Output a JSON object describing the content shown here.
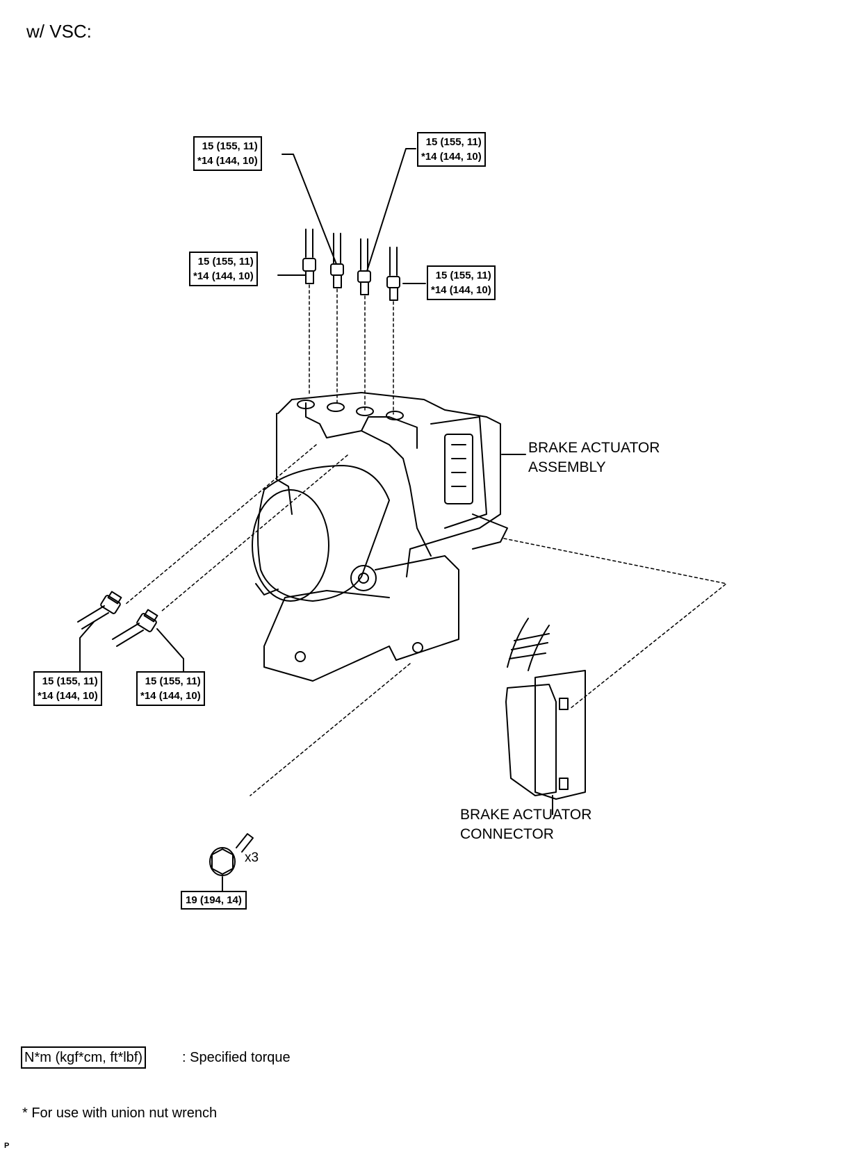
{
  "title": "w/ VSC:",
  "torque_boxes": [
    {
      "line1": "15 (155, 11)",
      "line2": "*14 (144, 10)"
    },
    {
      "line1": "15 (155, 11)",
      "line2": "*14 (144, 10)"
    },
    {
      "line1": "15 (155, 11)",
      "line2": "*14 (144, 10)"
    },
    {
      "line1": "15 (155, 11)",
      "line2": "*14 (144, 10)"
    },
    {
      "line1": "15 (155, 11)",
      "line2": "*14 (144, 10)"
    },
    {
      "line1": "15 (155, 11)",
      "line2": "*14 (144, 10)"
    }
  ],
  "bolt_torque": "19 (194, 14)",
  "bolt_qty": "x3",
  "labels": {
    "actuator_line1": "BRAKE ACTUATOR",
    "actuator_line2": "ASSEMBLY",
    "connector_line1": "BRAKE ACTUATOR",
    "connector_line2": "CONNECTOR"
  },
  "legend": {
    "unit": "N*m (kgf*cm, ft*lbf)",
    "text": ": Specified torque"
  },
  "note": "* For use with union nut wrench",
  "footer_mark": "P"
}
